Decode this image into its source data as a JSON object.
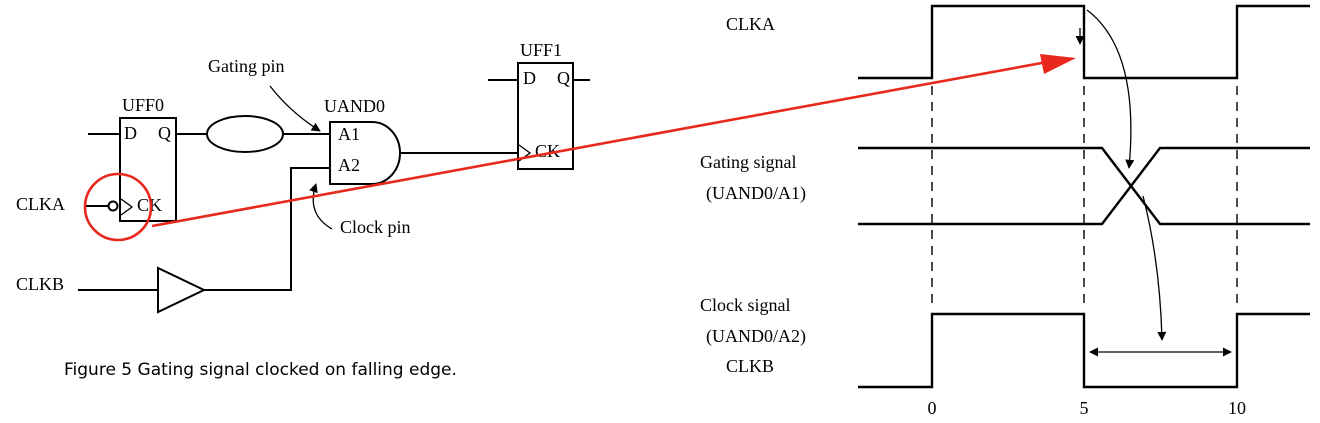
{
  "schematic": {
    "ff0_name": "UFF0",
    "ff0_d": "D",
    "ff0_q": "Q",
    "ff0_ck": "CK",
    "gate_name": "UAND0",
    "gate_a1": "A1",
    "gate_a2": "A2",
    "ff1_name": "UFF1",
    "ff1_d": "D",
    "ff1_q": "Q",
    "ff1_ck": "CK",
    "gating_pin_label": "Gating pin",
    "clock_pin_label": "Clock pin",
    "clka_label": "CLKA",
    "clkb_label": "CLKB"
  },
  "caption": "Figure 5  Gating signal clocked on falling edge.",
  "timing": {
    "clka_label": "CLKA",
    "gating_label_line1": "Gating signal",
    "gating_label_line2": "(UAND0/A1)",
    "clock_label_line1": "Clock signal",
    "clock_label_line2": "(UAND0/A2)",
    "clock_label_line3": "CLKB",
    "ticks": [
      "0",
      "5",
      "10"
    ]
  },
  "colors": {
    "annotation": "#e8271d",
    "ink": "#000000"
  }
}
